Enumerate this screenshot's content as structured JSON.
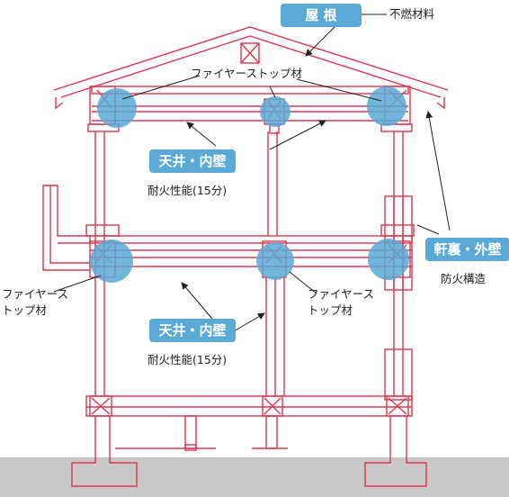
{
  "colors": {
    "frame": "#e2334e",
    "badge": "#5aa9d6",
    "stop_circle": "#5aa9d6",
    "ground": "#c8c8c8",
    "text": "#222222"
  },
  "roof": {
    "badge": "屋 根",
    "note": "不燃材料"
  },
  "fire_stop": {
    "top": "ファイヤーストップ材",
    "left": "ファイヤーストップ材",
    "middle": "ファイヤーストップ材"
  },
  "ceiling_upper": {
    "badge": "天井・内壁",
    "note": "耐火性能(15分)"
  },
  "ceiling_lower": {
    "badge": "天井・内壁",
    "note": "耐火性能(15分)"
  },
  "eaves": {
    "badge": "軒裏・外壁",
    "note": "防火構造"
  }
}
